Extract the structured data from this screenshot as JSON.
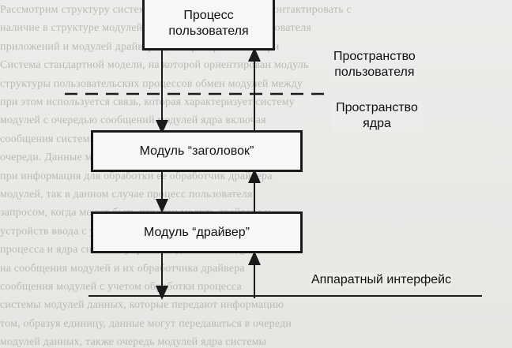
{
  "background_text": [
    "Рассмотрим структуру системы так, чтобы модуль мог контактировать с",
    "наличие в структуре модулей обработки запросов, пользователя",
    "приложений и модулей драйверов, которые работают при",
    "Система стандартной модели, на которой ориентирован модуль",
    "структуры пользовательских процессов обмен модулей между",
    "при этом используется связь, которая характеризует систему",
    "модулей с очередью сообщений модулей ядра включая",
    "сообщения системы модулей и управления системой данных",
    "очереди. Данные могут быть переданы следующему модулю",
    "при информация для обработки ее обработчик драйвера",
    "модулей, так в данном случае процесс пользователя",
    "запросом, когда может быть передан модуль драйвера и",
    "устройств ввода с учетом пользовательских функций",
    "процесса и ядра системы управляет данными модулей",
    "на сообщения модулей и их обработчика драйвера",
    "сообщения модулей с учетом обработки процесса",
    "системы модулей данных, которые передают информацию",
    "том, образуя единицу, данные могут передаваться в очереди",
    "модулей данных, также очередь модулей ядра системы"
  ],
  "boxes": {
    "user_process": "Процесс\nпользователя",
    "header_module": "Модуль “заголовок”",
    "driver_module": "Модуль “драйвер”"
  },
  "labels": {
    "user_space": "Пространство\nпользователя",
    "kernel_space": "Пространство\nядра",
    "hardware_interface": "Аппаратный интерфейс"
  },
  "colors": {
    "line": "#1a1a1a",
    "box_fill": "#f7f7f5",
    "background": "#e9e9e7"
  }
}
